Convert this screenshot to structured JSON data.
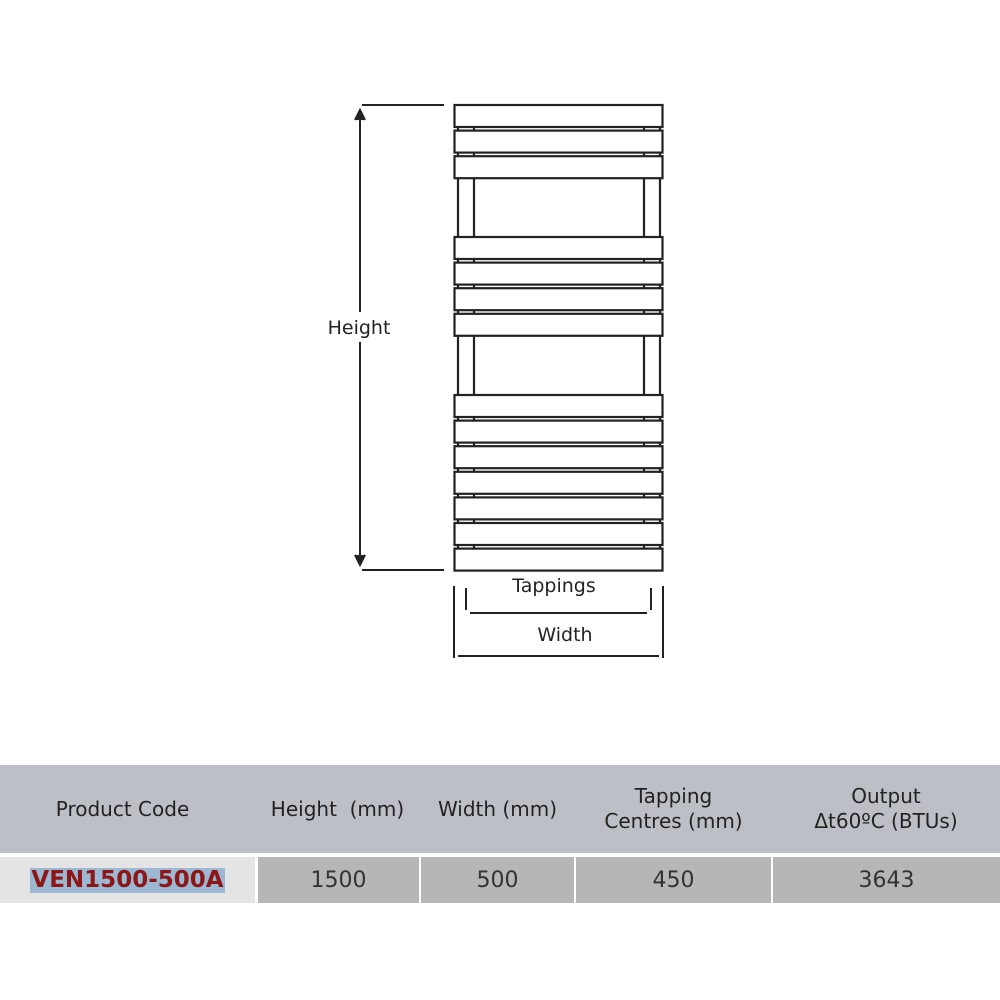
{
  "diagram": {
    "labels": {
      "height": "Height",
      "tappings": "Tappings",
      "width": "Width"
    },
    "bar_groups": [
      3,
      4,
      7
    ]
  },
  "table": {
    "headers": [
      "Product Code",
      "Height  (mm)",
      "Width (mm)",
      "Tapping\nCentres (mm)",
      "Output\nΔt60ºC (BTUs)"
    ],
    "rows": [
      [
        "VEN1500-500A",
        "1500",
        "500",
        "450",
        "3643"
      ]
    ]
  }
}
